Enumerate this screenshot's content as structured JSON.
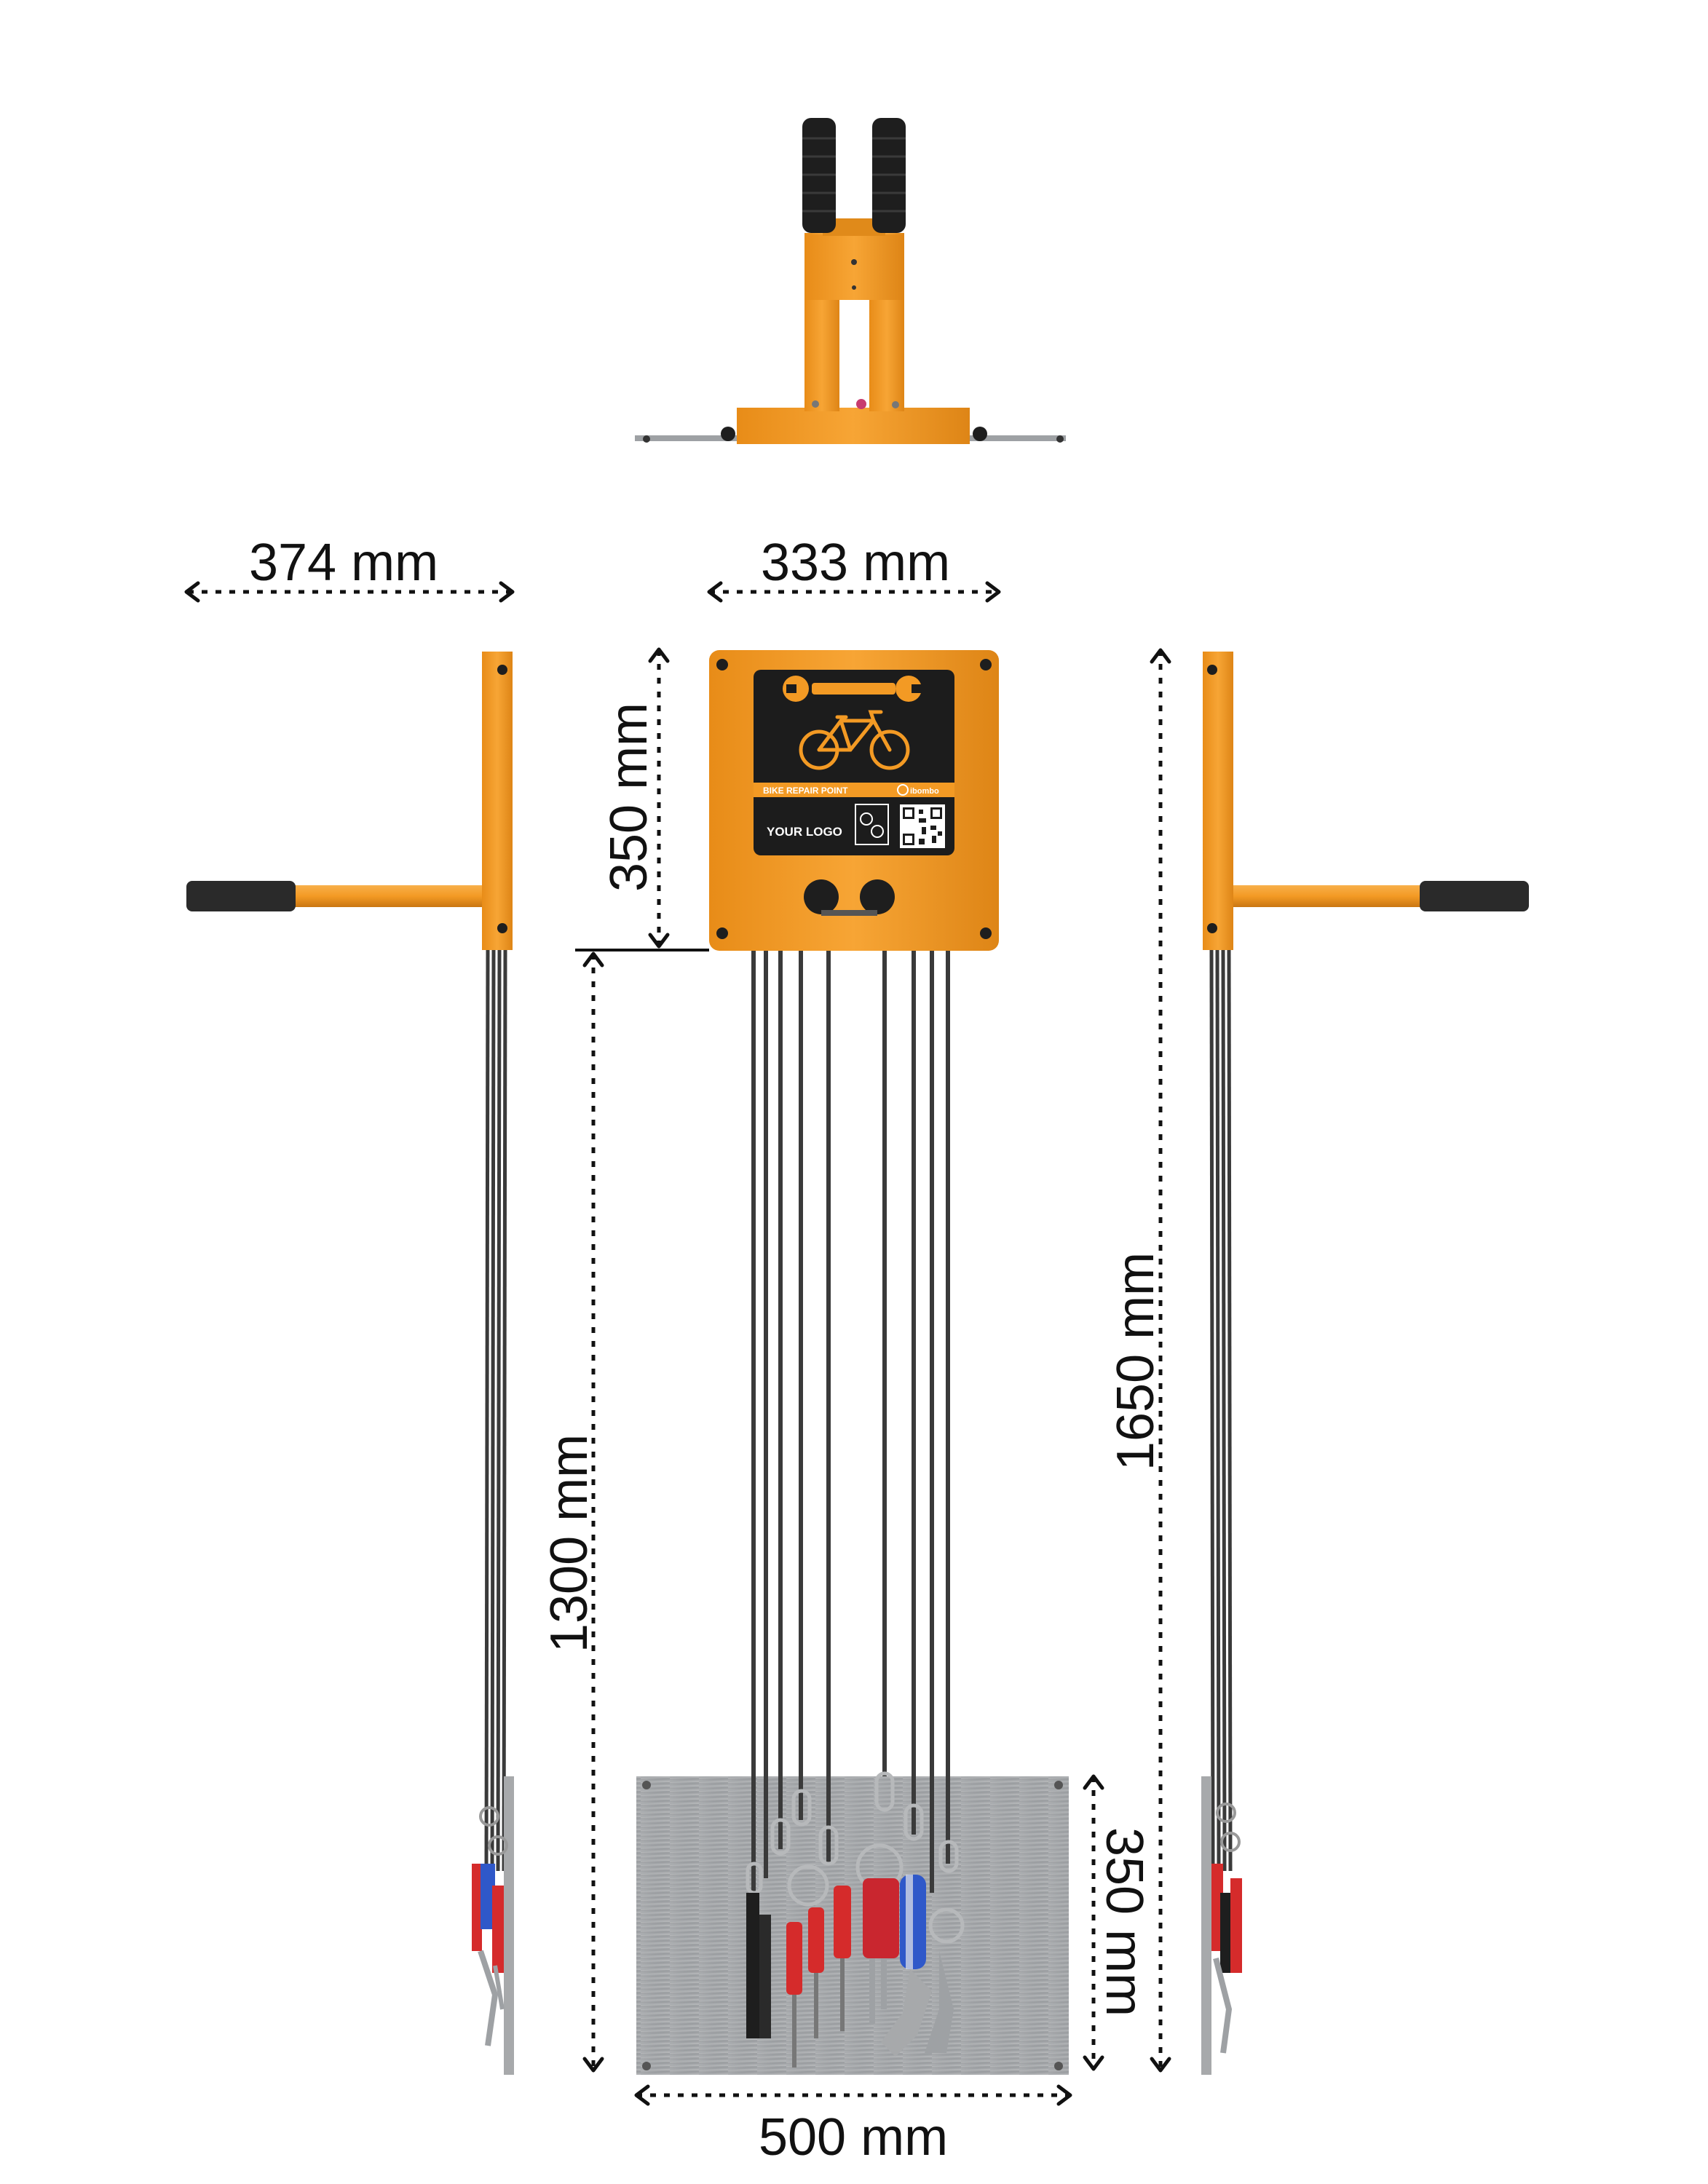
{
  "dimensions": {
    "side_depth": "374 mm",
    "box_width": "333 mm",
    "box_height": "350 mm",
    "cable_length": "1300 mm",
    "total_height": "1650 mm",
    "board_height": "350 mm",
    "board_width": "500 mm"
  },
  "sign": {
    "banner": "BIKE REPAIR POINT",
    "logo_placeholder": "YOUR LOGO",
    "brand": "ibombo"
  },
  "icons": {
    "wrench": "wrench-icon",
    "bicycle": "bicycle-icon",
    "qr": "qr-code-icon",
    "app": "bike-app-icon"
  },
  "colors": {
    "orange": "#F39A24",
    "orange_dark": "#D98014",
    "black_panel": "#1C1C1C",
    "grip": "#2A2A2A",
    "cable": "#3A3A3A",
    "steel": "#A7A9AB",
    "red": "#D52B2B",
    "blue": "#2F58C9"
  }
}
